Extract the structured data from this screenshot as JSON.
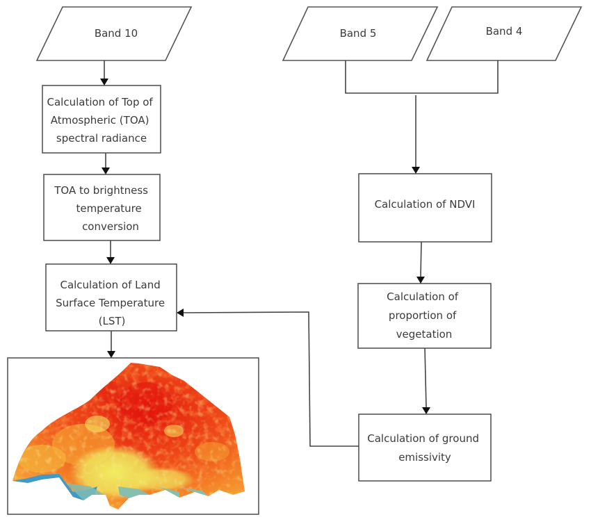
{
  "diagram": {
    "type": "flowchart",
    "title": "",
    "nodes": {
      "band10": {
        "shape": "parallelogram",
        "label": [
          "Band 10"
        ]
      },
      "band5": {
        "shape": "parallelogram",
        "label": [
          "Band 5"
        ]
      },
      "band4": {
        "shape": "parallelogram",
        "label": [
          "Band 4"
        ]
      },
      "toa_radiance": {
        "shape": "rectangle",
        "label": [
          "Calculation of Top of",
          "Atmospheric (TOA)",
          "spectral radiance"
        ]
      },
      "brightness_temp": {
        "shape": "rectangle",
        "label": [
          "TOA to brightness",
          "temperature",
          "conversion"
        ]
      },
      "lst": {
        "shape": "rectangle",
        "label": [
          "Calculation of Land",
          "Surface Temperature",
          "(LST)"
        ]
      },
      "ndvi": {
        "shape": "rectangle",
        "label": [
          "Calculation of NDVI"
        ]
      },
      "proportion_vegetation": {
        "shape": "rectangle",
        "label": [
          "Calculation of",
          "proportion of",
          "vegetation"
        ]
      },
      "ground_emissivity": {
        "shape": "rectangle",
        "label": [
          "Calculation of ground",
          "emissivity"
        ]
      },
      "lst_map": {
        "shape": "image",
        "label": [],
        "description": "Land surface temperature raster map",
        "colors": [
          "#e8180f",
          "#f0541a",
          "#f5962a",
          "#f2e65a",
          "#8fbfb0",
          "#3a9cc8"
        ]
      }
    },
    "edges": [
      {
        "from": "band10",
        "to": "toa_radiance"
      },
      {
        "from": "toa_radiance",
        "to": "brightness_temp"
      },
      {
        "from": "brightness_temp",
        "to": "lst"
      },
      {
        "from": "lst",
        "to": "lst_map"
      },
      {
        "from": "band5",
        "to": "ndvi",
        "merge_with": "band4"
      },
      {
        "from": "band4",
        "to": "ndvi",
        "merge_with": "band5"
      },
      {
        "from": "ndvi",
        "to": "proportion_vegetation"
      },
      {
        "from": "proportion_vegetation",
        "to": "ground_emissivity"
      },
      {
        "from": "ground_emissivity",
        "to": "lst"
      }
    ]
  }
}
